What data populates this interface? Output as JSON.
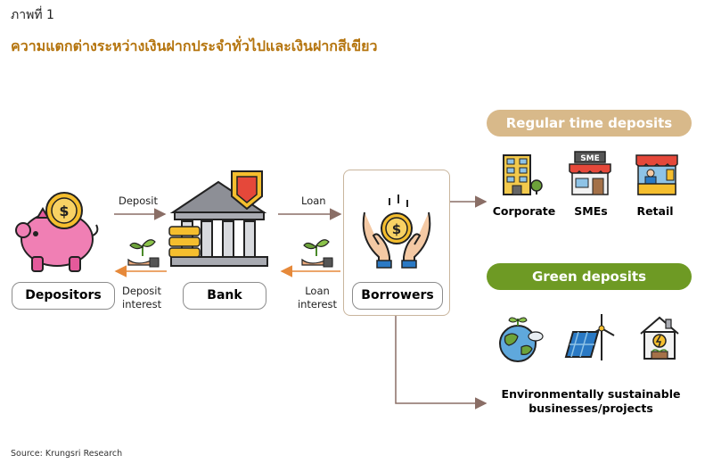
{
  "figure_label": "ภาพที่ 1",
  "title": "ความแตกต่างระหว่างเงินฝากประจำทั่วไปและเงินฝากสีเขียว",
  "nodes": {
    "depositors": "Depositors",
    "bank": "Bank",
    "borrowers": "Borrowers"
  },
  "flows": {
    "deposit": "Deposit",
    "loan": "Loan",
    "deposit_interest_1": "Deposit",
    "deposit_interest_2": "interest",
    "loan_interest_1": "Loan",
    "loan_interest_2": "interest"
  },
  "regular": {
    "title": "Regular time deposits",
    "color": "#d8b98a",
    "categories": [
      "Corporate",
      "SMEs",
      "Retail"
    ]
  },
  "green": {
    "title": "Green deposits",
    "color": "#6e9a24",
    "caption_1": "Environmentally sustainable",
    "caption_2": "businesses/projects"
  },
  "icon_text": {
    "sme_sign": "SME"
  },
  "colors": {
    "arrow": "#8a6e66",
    "highlight_arrow": "#e6893a",
    "title": "#b5750f",
    "piggy": "#f07fb4",
    "coin": "#f5be2e"
  },
  "source": "Source: Krungsri Research"
}
